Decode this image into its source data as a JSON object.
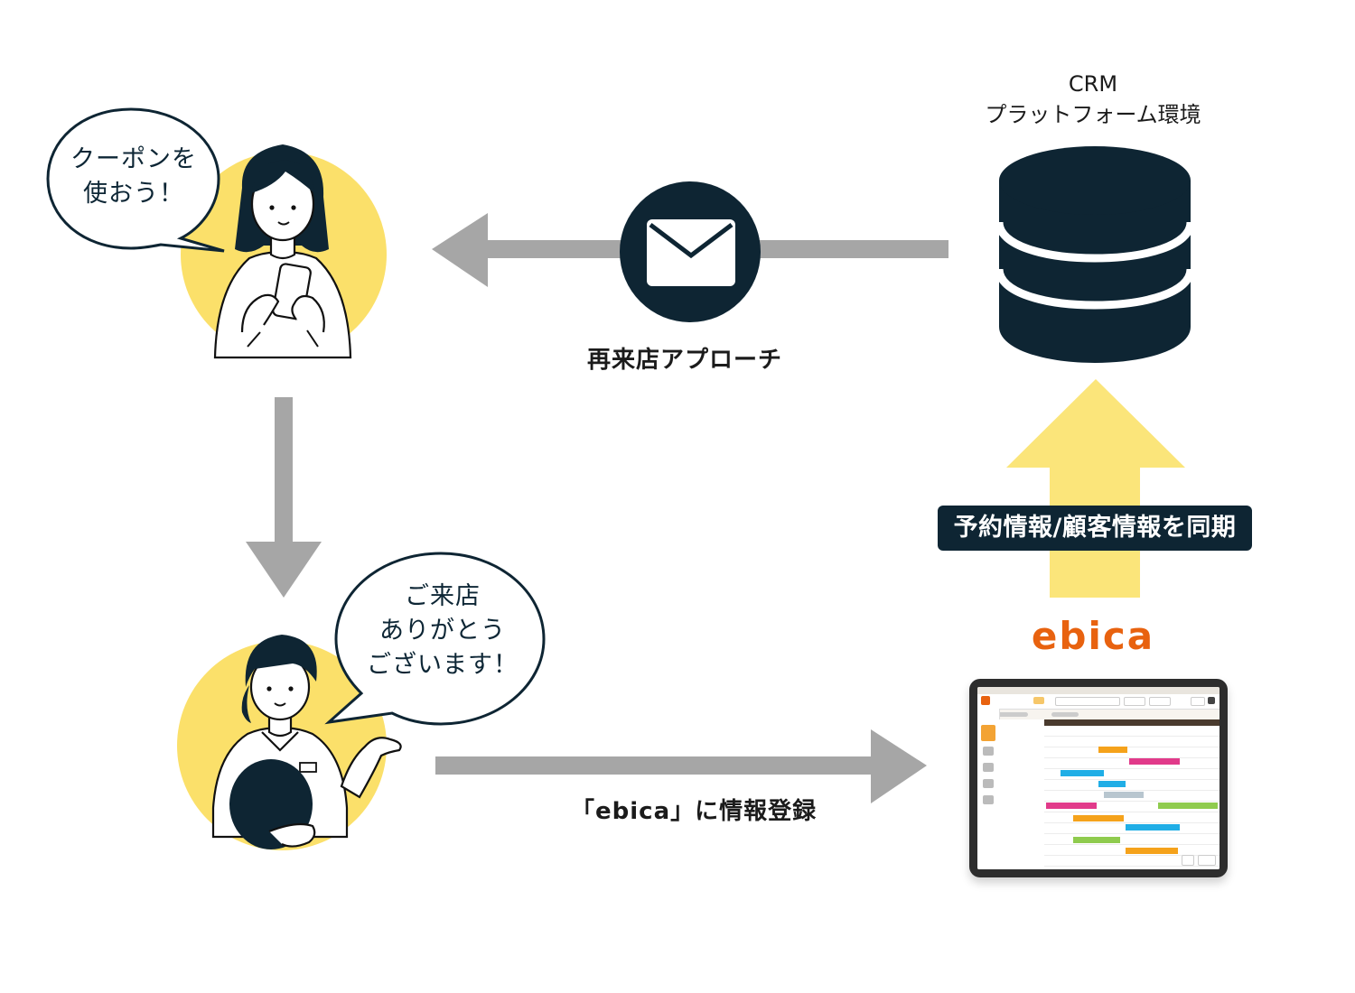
{
  "bubbles": {
    "customer": {
      "line1": "クーポンを",
      "line2": "使おう！"
    },
    "staff": {
      "line1": "ご来店",
      "line2": "ありがとう",
      "line3": "ございます！"
    }
  },
  "labels": {
    "revisit": "再来店アプローチ",
    "register": "「ebica」に情報登録"
  },
  "crm": {
    "line1": "CRM",
    "line2": "プラットフォーム環境"
  },
  "sync": "予約情報/顧客情報を同期",
  "ebica_logo": "ebica",
  "colors": {
    "navy": "#0e2533",
    "yellow": "#fbe06a",
    "upArrow": "#fbe57a",
    "grayArrow": "#a6a6a6",
    "ebicaOrange": "#e8620f"
  }
}
